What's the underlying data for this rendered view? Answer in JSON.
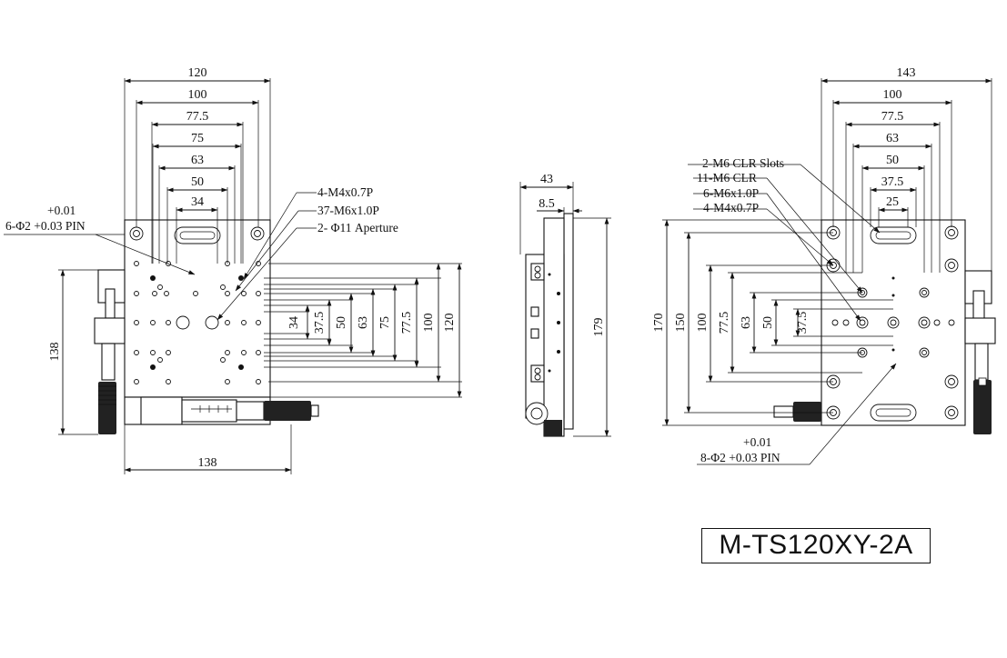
{
  "model": "M-TS120XY-2A",
  "top_view": {
    "horizontal_dims": [
      "120",
      "100",
      "77.5",
      "75",
      "63",
      "50",
      "34"
    ],
    "vertical_dims": [
      "34",
      "37.5",
      "50",
      "63",
      "75",
      "77.5",
      "100",
      "120"
    ],
    "height_dim": "138",
    "bottom_dim": "138",
    "pin_tol_top": "+0.01",
    "pin_label": "6-Φ2 +0.03 PIN",
    "callouts": [
      "4-M4x0.7P",
      "37-M6x1.0P",
      "2- Φ11 Aperture"
    ]
  },
  "side_view": {
    "width_dim": "43",
    "plate_dim": "8.5",
    "height_dim": "179"
  },
  "bottom_view": {
    "horizontal_dims": [
      "143",
      "100",
      "77.5",
      "63",
      "50",
      "37.5",
      "25"
    ],
    "vertical_dims": [
      "170",
      "150",
      "100",
      "77.5",
      "63",
      "50",
      "37.5"
    ],
    "callouts": [
      "2-M6 CLR Slots",
      "11-M6 CLR",
      "6-M6x1.0P",
      "4-M4x0.7P"
    ],
    "pin_tol_top": "+0.01",
    "pin_label": "8-Φ2 +0.03 PIN"
  }
}
